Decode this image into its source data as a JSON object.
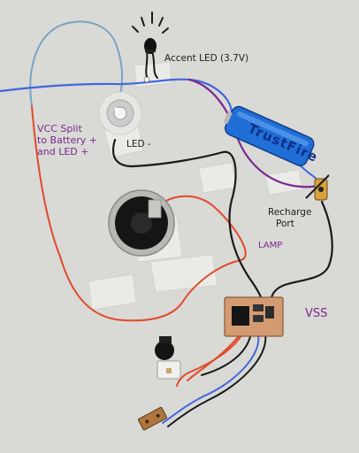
{
  "labels": {
    "accent_led": "Accent LED (3.7V)",
    "vcc_line1": "VCC Split",
    "vcc_line2": "to Battery +",
    "vcc_line3": "and LED +",
    "led_minus": "LED -",
    "recharge_line1": "Recharge",
    "recharge_line2": "Port",
    "lamp": "LAMP",
    "vss": "VSS",
    "battery_brand": "TrustFire"
  },
  "colors": {
    "background": "#d9d9d6",
    "annotation_purple": "#7b2a8c",
    "annotation_dark": "#1d1d1d",
    "battery_blue": "#1f6fd6",
    "wire_red": "#e04a2a",
    "wire_blue": "#4466dd",
    "wire_black": "#1a1a1a",
    "wire_purple": "#7a2b8e",
    "wire_lightblue": "#7aa3c4"
  }
}
